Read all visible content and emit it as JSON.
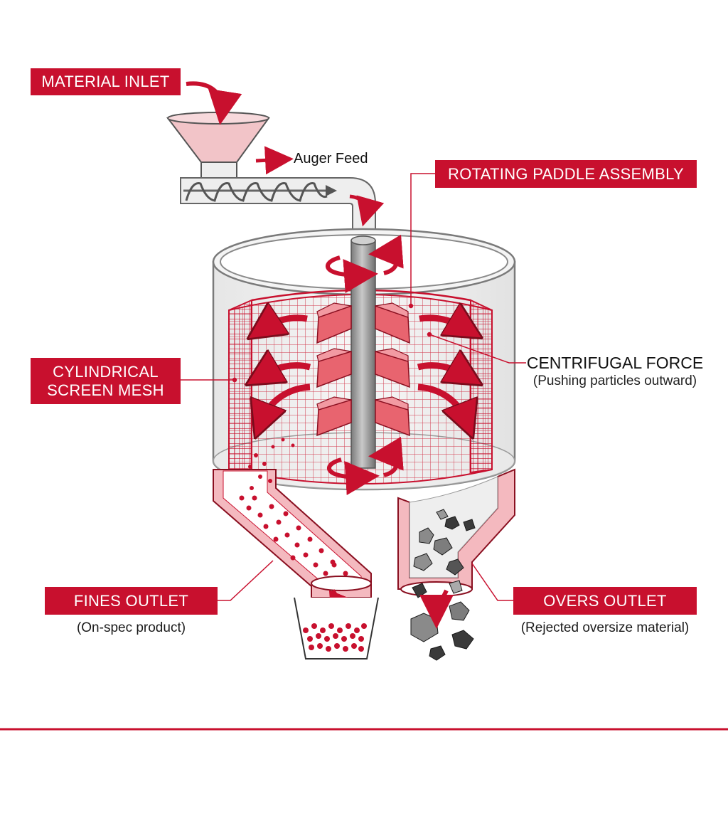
{
  "labels": {
    "material_inlet": "MATERIAL INLET",
    "auger_feed": "Auger Feed",
    "rotating_paddle_assembly": "ROTATING PADDLE ASSEMBLY",
    "centrifugal_force": "CENTRIFUGAL FORCE",
    "centrifugal_force_sub": "(Pushing particles outward)",
    "cylindrical_screen_mesh_line1": "CYLINDRICAL",
    "cylindrical_screen_mesh_line2": "SCREEN MESH",
    "fines_outlet": "FINES OUTLET",
    "fines_outlet_sub": "(On-spec product)",
    "overs_outlet": "OVERS OUTLET",
    "overs_outlet_sub": "(Rejected oversize material)"
  },
  "colors": {
    "accent_red": "#c8102e",
    "light_red": "#f3b9bf",
    "steel_grey": "#9a9a9a",
    "rock_dark": "#3a3a3a"
  }
}
